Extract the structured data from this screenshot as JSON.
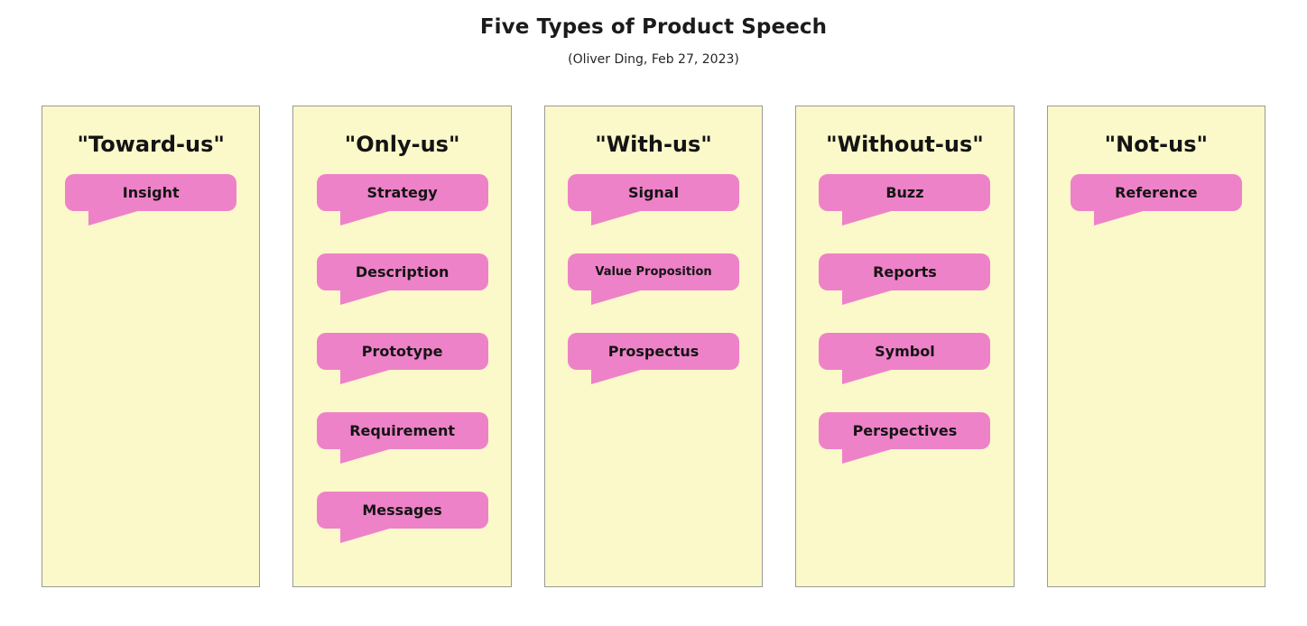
{
  "header": {
    "title": "Five Types of Product Speech",
    "subtitle": "(Oliver Ding, Feb 27, 2023)"
  },
  "colors": {
    "canvas": "#ffffff",
    "card_fill": "#fbf8c9",
    "card_border": "#9a9a9a",
    "bubble_fill": "#ee82c8",
    "text": "#141414"
  },
  "columns": [
    {
      "title": "\"Toward-us\"",
      "bubbles": [
        {
          "label": "Insight",
          "size": "normal"
        }
      ]
    },
    {
      "title": "\"Only-us\"",
      "bubbles": [
        {
          "label": "Strategy",
          "size": "normal"
        },
        {
          "label": "Description",
          "size": "normal"
        },
        {
          "label": "Prototype",
          "size": "normal"
        },
        {
          "label": "Requirement",
          "size": "normal"
        },
        {
          "label": "Messages",
          "size": "normal"
        }
      ]
    },
    {
      "title": "\"With-us\"",
      "bubbles": [
        {
          "label": "Signal",
          "size": "normal"
        },
        {
          "label": "Value Proposition",
          "size": "small"
        },
        {
          "label": "Prospectus",
          "size": "normal"
        }
      ]
    },
    {
      "title": "\"Without-us\"",
      "bubbles": [
        {
          "label": "Buzz",
          "size": "normal"
        },
        {
          "label": "Reports",
          "size": "normal"
        },
        {
          "label": "Symbol",
          "size": "normal"
        },
        {
          "label": "Perspectives",
          "size": "normal"
        }
      ]
    },
    {
      "title": "\"Not-us\"",
      "bubbles": [
        {
          "label": "Reference",
          "size": "normal"
        }
      ]
    }
  ]
}
